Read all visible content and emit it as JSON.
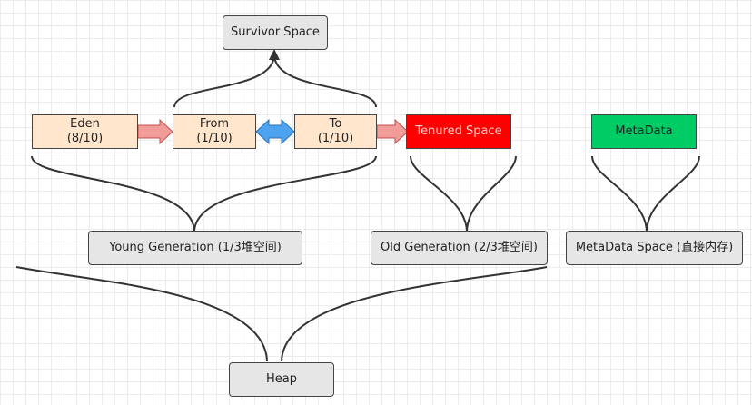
{
  "colors": {
    "grey_box": "#e6e6e6",
    "peach_box": "#ffe6cc",
    "tenured_box": "#ff0000",
    "metadata_box": "#00cc66",
    "pink_arrow": "#f19c99",
    "blue_arrow": "#4da3f0",
    "connector": "#333333"
  },
  "nodes": {
    "survivor": {
      "label": "Survivor Space"
    },
    "eden": {
      "line1": "Eden",
      "line2": "(8/10)"
    },
    "from": {
      "line1": "From",
      "line2": "(1/10)"
    },
    "to": {
      "line1": "To",
      "line2": "(1/10)"
    },
    "tenured": {
      "label": "Tenured Space"
    },
    "metadata": {
      "label": "MetaData"
    },
    "young": {
      "label": "Young Generation (1/3堆空间)"
    },
    "old": {
      "label": "Old Generation (2/3堆空间)"
    },
    "metaspace": {
      "label": "MetaData Space (直接内存)"
    },
    "heap": {
      "label": "Heap"
    }
  }
}
